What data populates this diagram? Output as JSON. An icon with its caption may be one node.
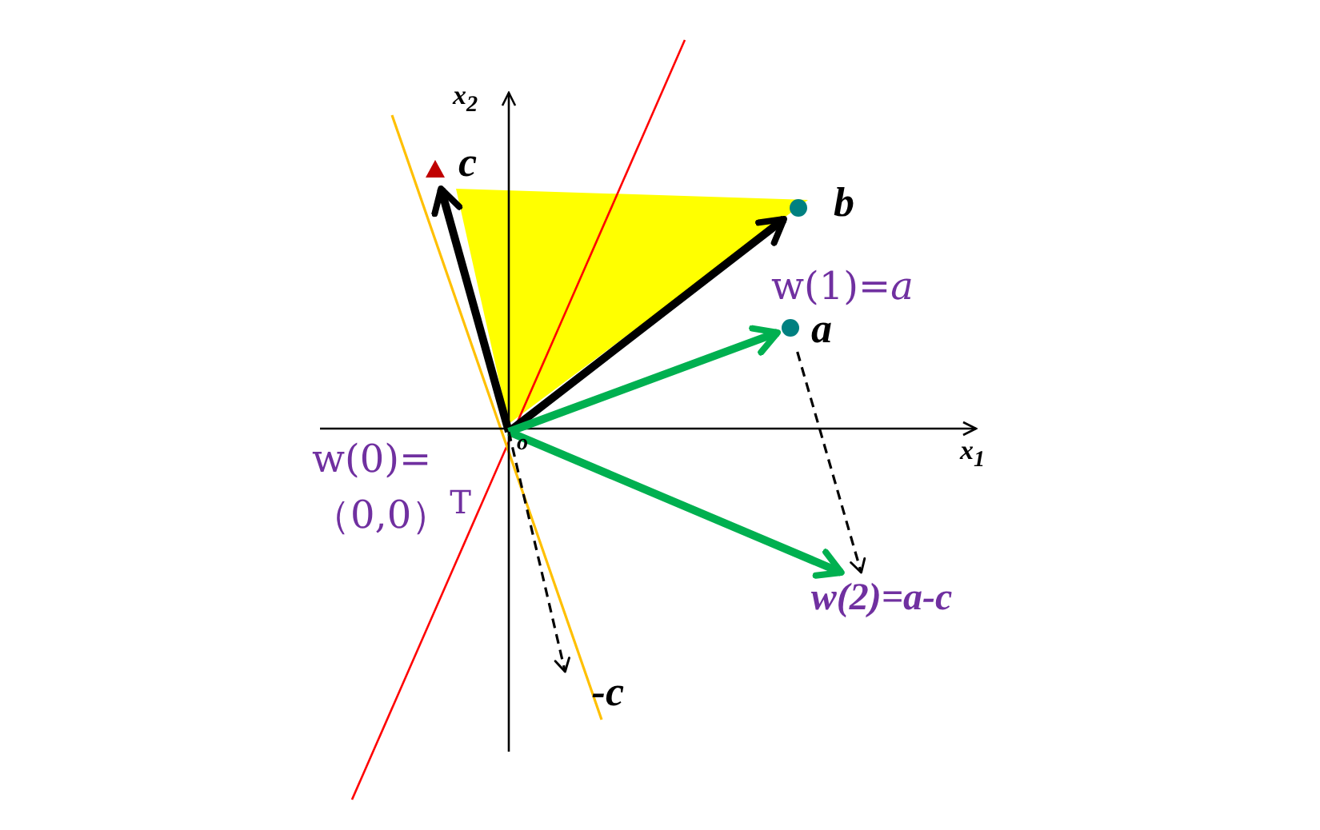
{
  "diagram": {
    "nodes": [
      {
        "text": [
          "o"
        ],
        "beside": [
          "w(0)= （0,0）$^{T}$"
        ]
      },
      {
        "text": [
          "c"
        ]
      },
      {
        "text": [
          "b"
        ]
      },
      {
        "text": [
          "a"
        ],
        "beside": [
          "w(1)=*a*"
        ]
      },
      {
        "text": [
          "w(2)=*a-c*"
        ]
      },
      {
        "text": [
          "-c"
        ]
      }
    ],
    "edges": [
      {
        "from": 0,
        "to": 1,
        "arrow": "to"
      },
      {
        "from": 0,
        "to": 2,
        "arrow": "to"
      },
      {
        "from": 0,
        "to": 3,
        "arrow": "to",
        "color": "#00b050"
      },
      {
        "from": 0,
        "to": 4,
        "arrow": "to",
        "color": "#00b050"
      },
      {
        "from": 3,
        "to": 4,
        "arrow": "to",
        "style": "dashed"
      },
      {
        "from": 0,
        "to": 5,
        "arrow": "to",
        "style": "dashed"
      }
    ],
    "labels": [
      "x$_{2}$",
      "x$_{1}$"
    ]
  }
}
